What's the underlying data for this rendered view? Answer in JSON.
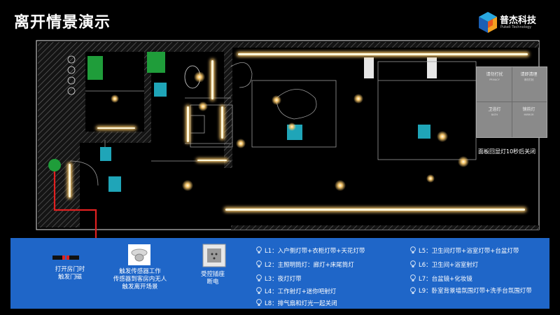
{
  "page": {
    "title": "离开情景演示"
  },
  "brand": {
    "name": "普杰科技",
    "subtitle": "Pukeli Technology"
  },
  "panel": {
    "cells": [
      {
        "label": "请勿打扰",
        "sub": "PRIVACY"
      },
      {
        "label": "请即清理",
        "sub": "请勿打扰"
      },
      {
        "label": "卫浴灯",
        "sub": "BATH"
      },
      {
        "label": "镜前灯",
        "sub": "MIRROR"
      }
    ],
    "caption": "面板回显灯10秒后关闭"
  },
  "legend": {
    "devices": [
      {
        "label": "打开房门时\n触发门磁"
      },
      {
        "label": "触发传感器工作\n传感器到客房内无人\n触发离开场景"
      },
      {
        "label": "受控插座\n断电"
      }
    ],
    "lights_left": [
      "L1：入户侧灯带+衣柜灯带+天花灯带",
      "L2：主照明筒灯：廊灯+床尾筒灯",
      "L3：夜灯灯带",
      "L4：工作射灯+迷你吧射灯",
      "L8：排气扇和灯光一起关闭"
    ],
    "lights_right": [
      "L5：卫生间灯带+浴室灯带+台盆灯带",
      "L6：卫生间+浴室射灯",
      "L7：台盆镜+化妆镜",
      "L9：卧室背景墙氛围灯带+洗手台氛围灯带"
    ]
  },
  "colors": {
    "bar": "#1f66c8",
    "glow": "#f5c56a",
    "wire": "#e02020",
    "green": "#1f9d3a",
    "sensor_teal": "#1fa5b8"
  }
}
